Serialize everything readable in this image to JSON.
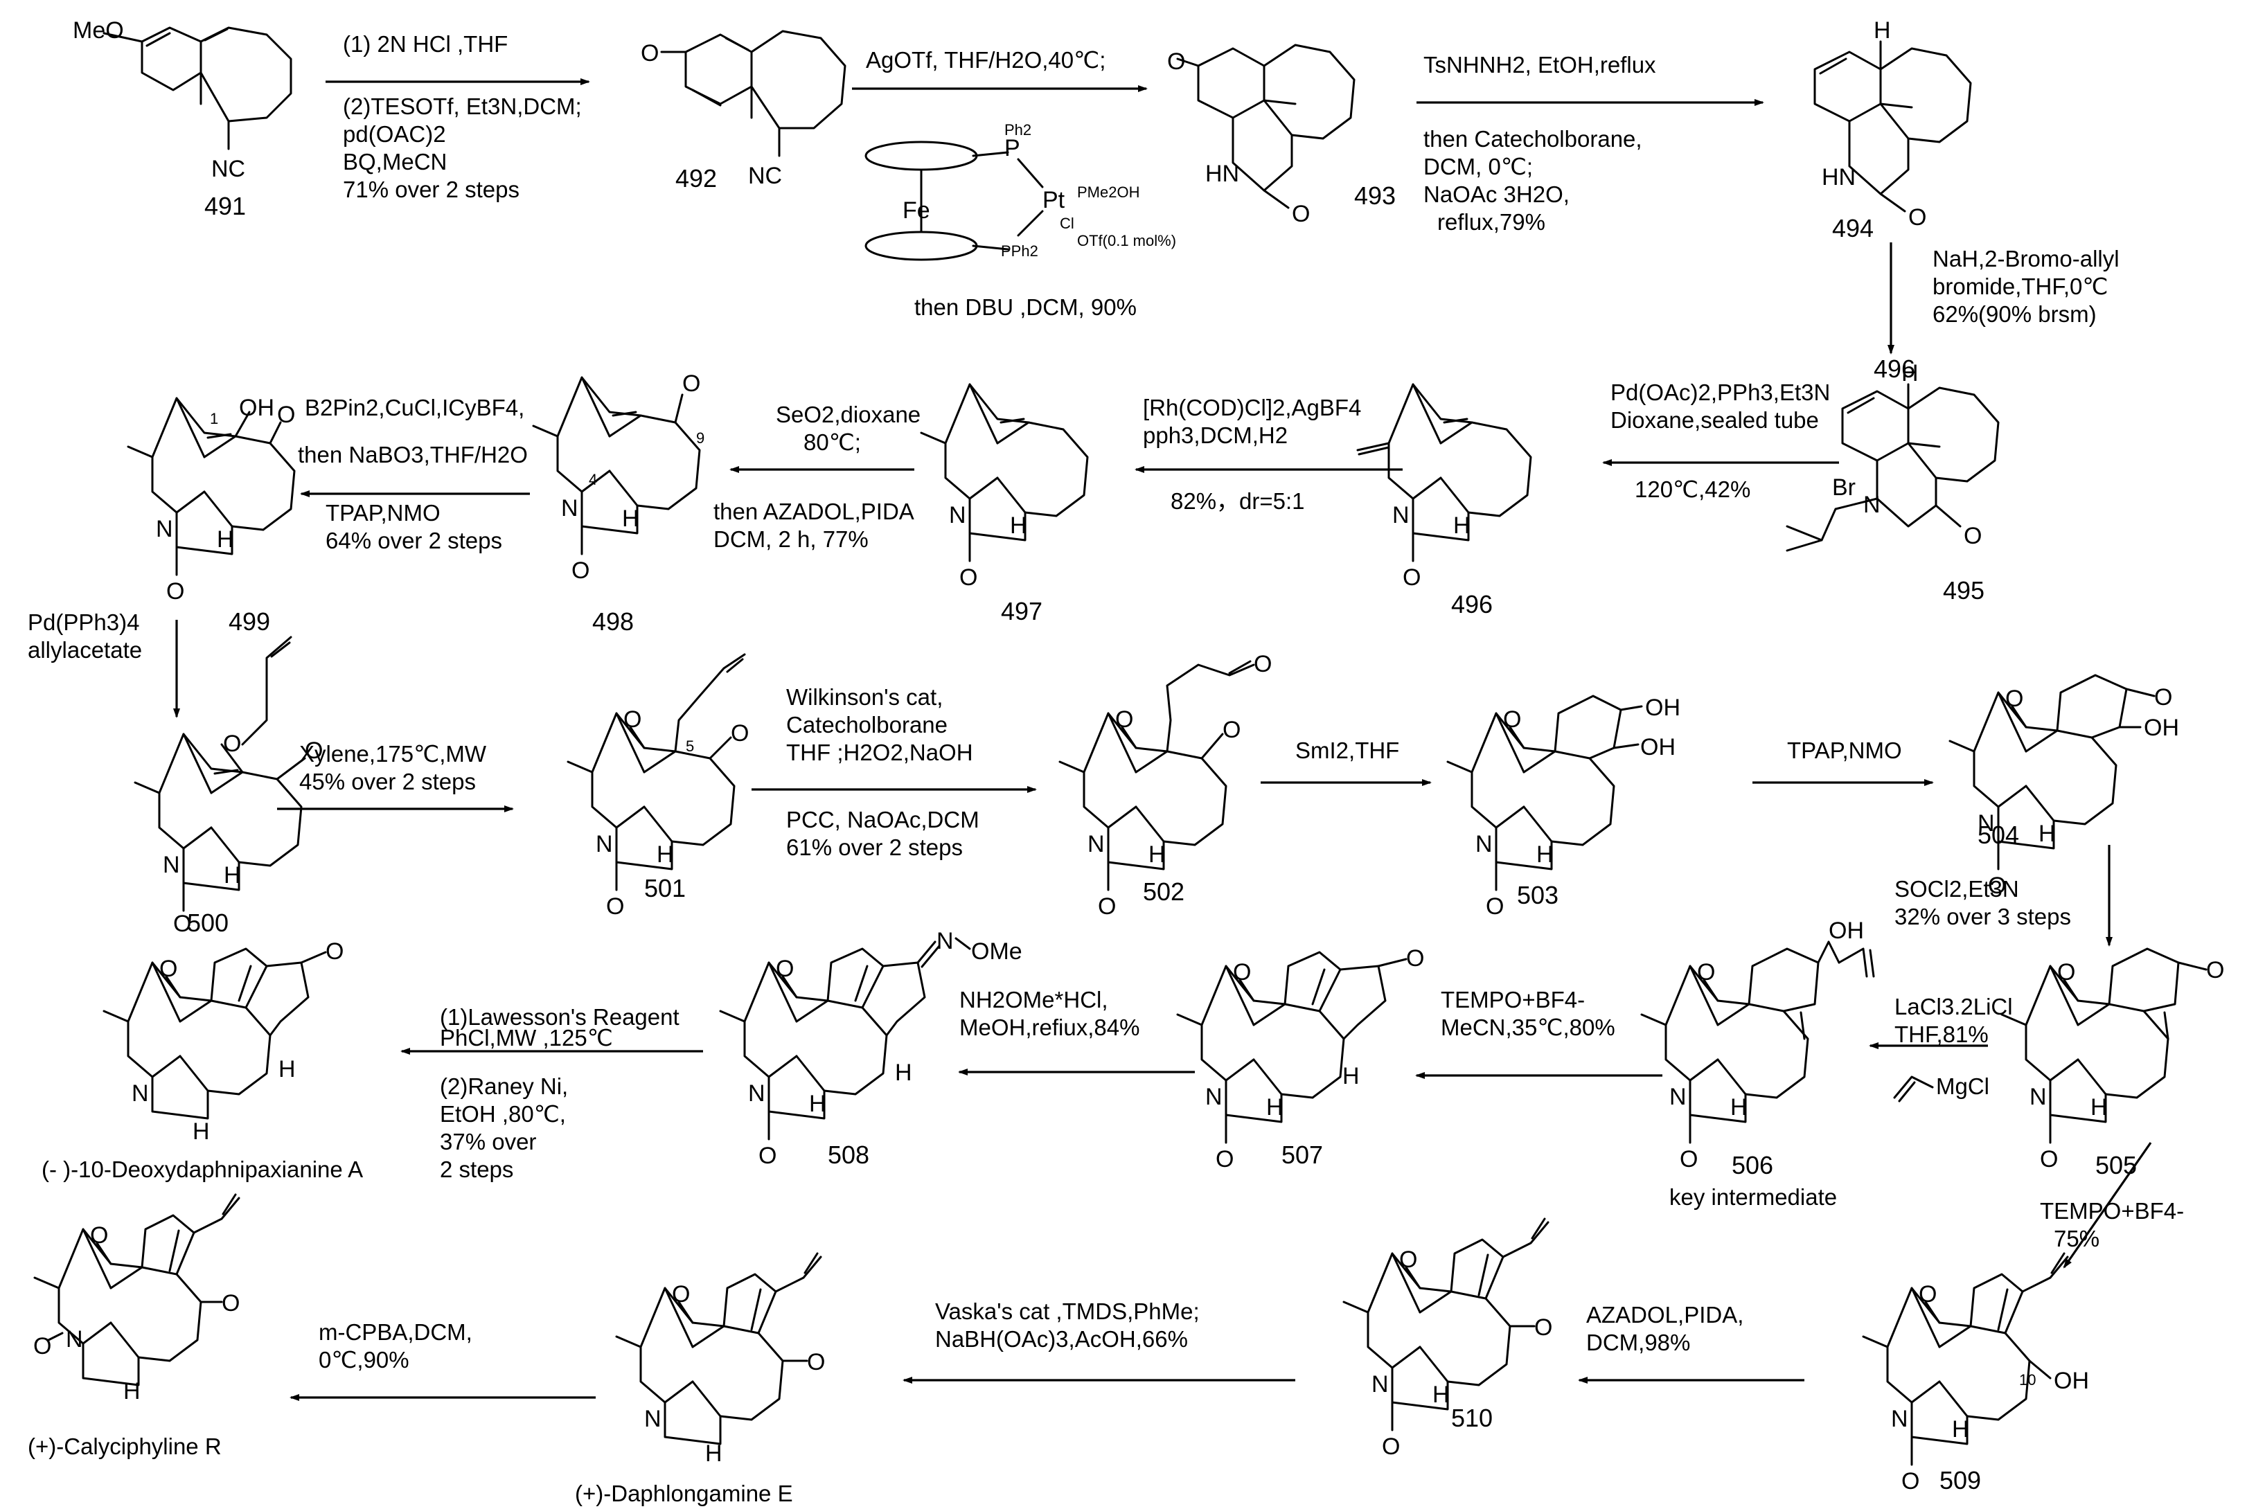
{
  "compounds": {
    "c491": "491",
    "c492": "492",
    "c493": "493",
    "c494": "494",
    "c495": "495",
    "c496a": "496",
    "c496b": "496",
    "c497": "497",
    "c498": "498",
    "c499": "499",
    "c500": "500",
    "c501": "501",
    "c502": "502",
    "c503": "503",
    "c504": "504",
    "c505": "505",
    "c506": "506",
    "c507": "507",
    "c508": "508",
    "c509": "509",
    "c510": "510",
    "key_intermediate": "key intermediate",
    "deoxy": "(- )-10-Deoxydaphnipaxianine A",
    "calyci": "(+)-Calyciphyline R",
    "daphlong": "(+)-Daphlongamine E"
  },
  "conditions": {
    "s1": [
      "(1) 2N HCl ,THF",
      "(2)TESOTf, Et3N,DCM;",
      "pd(OAC)2",
      "BQ,MeCN",
      "71% over 2 steps"
    ],
    "s2_top": "AgOTf, THF/H2O,40℃;",
    "s2_bottom": "then DBU ,DCM, 90%",
    "s2_cat": {
      "ph2": "Ph2",
      "pt": "Pt",
      "pme2oh": "PMe2OH",
      "cl": "Cl",
      "fe": "Fe",
      "pph2": "PPh2",
      "otf": "OTf(0.1 mol%)",
      "p": "P"
    },
    "s3": [
      "TsNHNH2, EtOH,reflux",
      "then Catecholborane,",
      "DCM, 0℃;",
      "NaOAc 3H2O,",
      "reflux,79%"
    ],
    "s4": [
      "NaH,2-Bromo-allyl",
      "bromide,THF,0℃",
      "62%(90% brsm)"
    ],
    "s5": [
      "Pd(OAc)2,PPh3,Et3N",
      "Dioxane,sealed tube",
      "120℃,42%"
    ],
    "s6": [
      "[Rh(COD)Cl]2,AgBF4",
      "pph3,DCM,H2",
      "82%，dr=5:1"
    ],
    "s7": [
      "SeO2,dioxane",
      "80℃;",
      "then AZADOL,PIDA",
      "DCM, 2 h, 77%"
    ],
    "s8": [
      "B2Pin2,CuCl,ICyBF4,",
      "then NaBO3,THF/H2O",
      "TPAP,NMO",
      "64% over 2 steps"
    ],
    "s9": [
      "Pd(PPh3)4",
      "allylacetate"
    ],
    "s10": [
      "Xylene,175℃,MW",
      "45% over 2 steps"
    ],
    "s11": [
      "Wilkinson's cat,",
      "Catecholborane",
      "THF ;H2O2,NaOH",
      "PCC, NaOAc,DCM",
      "61% over 2 steps"
    ],
    "s12": "SmI2,THF",
    "s13": "TPAP,NMO",
    "s14": [
      "SOCl2,Et3N",
      "32% over 3 steps"
    ],
    "s15": [
      "LaCl3.2LiCl",
      "THF,81%",
      "MgCl"
    ],
    "s16": [
      "TEMPO+BF4-",
      "MeCN,35℃,80%"
    ],
    "s17": [
      "NH2OMe*HCl,",
      "MeOH,refiux,84%"
    ],
    "s18": [
      "(1)Lawesson's Reagent",
      "PhCl,MW ,125℃",
      "(2)Raney Ni,",
      "EtOH ,80℃,",
      "37% over",
      "2 steps"
    ],
    "s19": [
      "TEMPO+BF4-",
      "75%"
    ],
    "s20": [
      "AZADOL,PIDA,",
      "DCM,98%"
    ],
    "s21": [
      "Vaska's cat ,TMDS,PhMe;",
      "NaBH(OAc)3,AcOH,66%"
    ],
    "s22": [
      "m-CPBA,DCM,",
      "0℃,90%"
    ]
  },
  "atoms": {
    "meo": "MeO",
    "nc": "NC",
    "o": "O",
    "hn": "HN",
    "h": "H",
    "n": "N",
    "br": "Br",
    "oh": "OH",
    "ome": "OMe",
    "n_ox": "N",
    "one": "1",
    "nine": "9",
    "four": "4",
    "five": "5",
    "ten": "10"
  }
}
